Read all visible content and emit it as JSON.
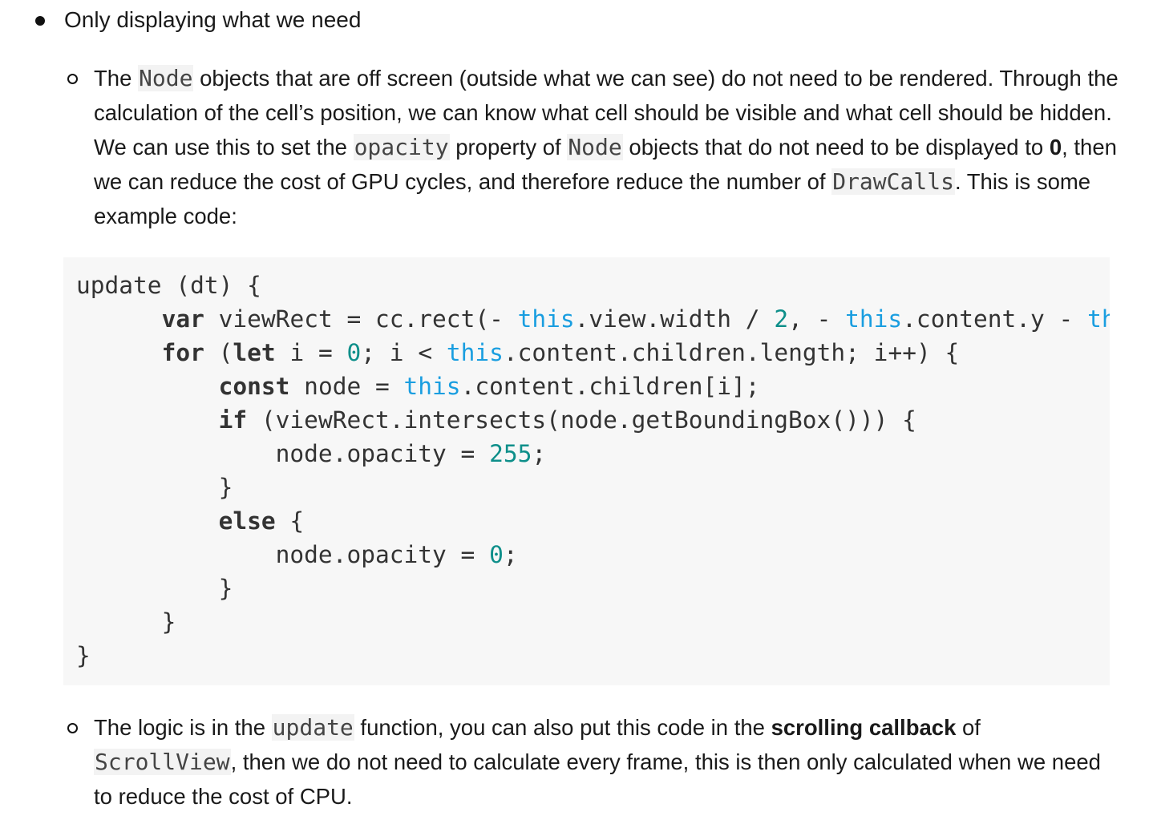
{
  "bullet": "Only displaying what we need",
  "para1": {
    "t1": "The ",
    "c1": "Node",
    "t2": " objects that are off screen (outside what we can see) do not need to be rendered. Through the calculation of the cell’s position, we can know what cell should be visible and what cell should be hidden. We can use this to set the ",
    "c2": "opacity",
    "t3": " property of ",
    "c3": "Node",
    "t4": " objects that do not need to be displayed to ",
    "b1": "0",
    "t5": ", then we can reduce the cost of GPU cycles, and therefore reduce the number of ",
    "c4": "DrawCalls",
    "t6": ". This is some example code:"
  },
  "code": [
    [
      [
        "update (dt) {",
        ""
      ]
    ],
    [
      [
        "      ",
        ""
      ],
      [
        "var",
        "kw"
      ],
      [
        " viewRect = cc.rect(- ",
        ""
      ],
      [
        "this",
        "th"
      ],
      [
        ".view.width / ",
        ""
      ],
      [
        "2",
        "num"
      ],
      [
        ", - ",
        ""
      ],
      [
        "this",
        "th"
      ],
      [
        ".content.y - ",
        ""
      ],
      [
        "this",
        "th"
      ]
    ],
    [
      [
        "      ",
        ""
      ],
      [
        "for",
        "kw"
      ],
      [
        " (",
        ""
      ],
      [
        "let",
        "kw"
      ],
      [
        " i = ",
        ""
      ],
      [
        "0",
        "num"
      ],
      [
        "; i < ",
        ""
      ],
      [
        "this",
        "th"
      ],
      [
        ".content.children.length; i++) {",
        ""
      ]
    ],
    [
      [
        "          ",
        ""
      ],
      [
        "const",
        "kw"
      ],
      [
        " node = ",
        ""
      ],
      [
        "this",
        "th"
      ],
      [
        ".content.children[i];",
        ""
      ]
    ],
    [
      [
        "          ",
        ""
      ],
      [
        "if",
        "kw"
      ],
      [
        " (viewRect.intersects(node.getBoundingBox())) {",
        ""
      ]
    ],
    [
      [
        "              node.opacity = ",
        ""
      ],
      [
        "255",
        "num"
      ],
      [
        ";",
        ""
      ]
    ],
    [
      [
        "          }",
        ""
      ]
    ],
    [
      [
        "          ",
        ""
      ],
      [
        "else",
        "kw"
      ],
      [
        " {",
        ""
      ]
    ],
    [
      [
        "              node.opacity = ",
        ""
      ],
      [
        "0",
        "num"
      ],
      [
        ";",
        ""
      ]
    ],
    [
      [
        "          }",
        ""
      ]
    ],
    [
      [
        "      }",
        ""
      ]
    ],
    [
      [
        "}",
        ""
      ]
    ]
  ],
  "para2": {
    "t1": "The logic is in the ",
    "c1": "update",
    "t2": " function, you can also put this code in the ",
    "b1": "scrolling callback",
    "t3": " of ",
    "c2": "ScrollView",
    "t4": ", then we do not need to calculate every frame, this is then only calculated when we need to reduce the cost of CPU."
  }
}
